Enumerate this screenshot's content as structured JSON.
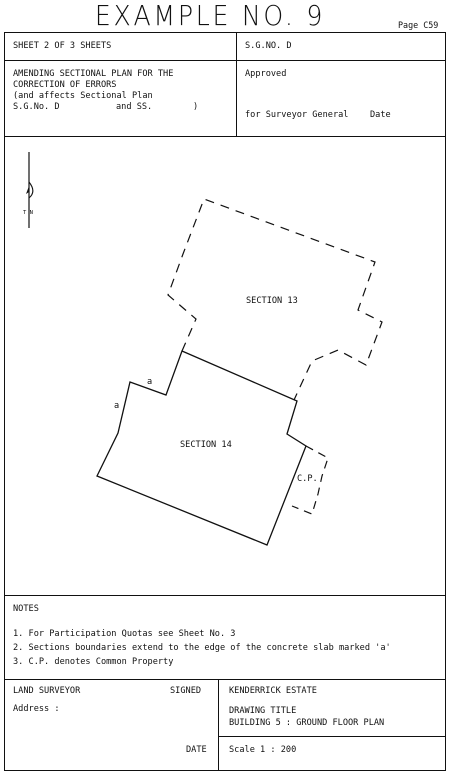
{
  "header": {
    "title": "EXAMPLE NO. 9",
    "page": "Page C59"
  },
  "title_block_top": {
    "sheet": "SHEET 2 OF 3 SHEETS",
    "sg_no": "S.G.NO. D",
    "description_line1": "AMENDING SECTIONAL PLAN FOR THE",
    "description_line2": "CORRECTION OF ERRORS",
    "description_line3": "(and affects Sectional Plan",
    "description_line4_a": "S.G.No. D",
    "description_line4_b": "and SS.",
    "description_line4_c": ")",
    "approved": "Approved",
    "for_surveyor_general": "for Surveyor General",
    "date": "Date"
  },
  "plan": {
    "north_label": "T N",
    "section_13": "SECTION 13",
    "section_14": "SECTION 14",
    "common_property": "C.P.",
    "slab_mark_1": "a",
    "slab_mark_2": "a"
  },
  "notes": {
    "heading": "NOTES",
    "items": [
      "1. For Participation Quotas see Sheet No. 3",
      "2. Sections boundaries extend to the edge of the concrete slab marked 'a'",
      "3. C.P. denotes Common Property"
    ]
  },
  "title_block_bottom": {
    "land_surveyor": "LAND SURVEYOR",
    "signed": "SIGNED",
    "address": "Address :",
    "date": "DATE",
    "estate": "KENDERRICK ESTATE",
    "drawing_title_label": "DRAWING TITLE",
    "drawing_title": "BUILDING 5  :  GROUND FLOOR PLAN",
    "scale": "Scale 1 : 200"
  }
}
